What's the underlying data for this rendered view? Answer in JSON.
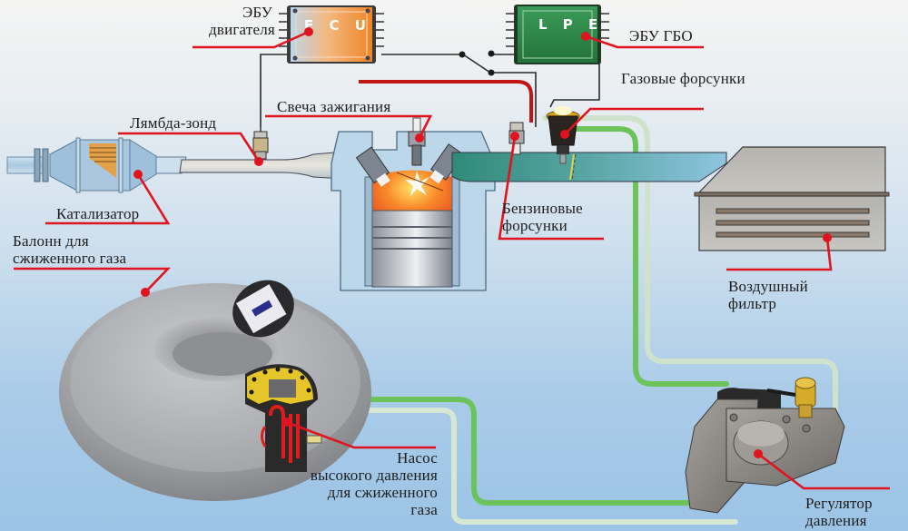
{
  "diagram": {
    "title": "",
    "colors": {
      "callout_line": "#e0141e",
      "gas_line_green": "#6cc35a",
      "gas_line_pale": "#cfe3cc",
      "ecu_orange": "#ef8a2a",
      "lpe_green": "#2f8a4a",
      "background_top": "#f4f4f3",
      "background_bottom": "#9cc4e6"
    },
    "chips": {
      "ecu": {
        "text": "E C U"
      },
      "lpe": {
        "text": "L P E"
      }
    },
    "labels": {
      "ecu_engine": {
        "line1": "ЭБУ",
        "line2": "двигателя"
      },
      "ecu_lpg": "ЭБУ ГБО",
      "gas_injectors": "Газовые форсунки",
      "spark_plug": "Свеча зажигания",
      "lambda_probe": "Лямбда-зонд",
      "catalyst": "Катализатор",
      "lpg_tank": {
        "line1": "Балонн для",
        "line2": "сжиженного газа"
      },
      "petrol_injectors": {
        "line1": "Бензиновые",
        "line2": "форсунки"
      },
      "air_filter": {
        "line1": "Воздушный",
        "line2": "фильтр"
      },
      "pump": {
        "line1": "Насос",
        "line2": "высокого давления",
        "line3": "для сжиженного",
        "line4": "газа"
      },
      "pressure_regulator": {
        "line1": "Регулятор",
        "line2": "давления"
      }
    }
  }
}
